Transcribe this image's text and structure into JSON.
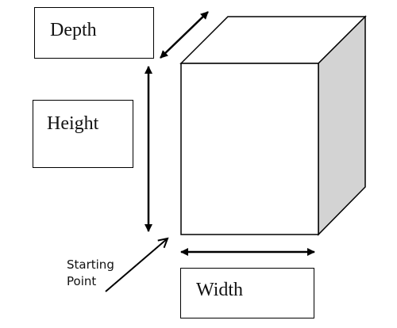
{
  "labels": {
    "depth": "Depth",
    "height": "Height",
    "width": "Width",
    "starting_point_line1": "Starting",
    "starting_point_line2": "Point"
  },
  "colors": {
    "outline": "#000000",
    "front_face": "#ffffff",
    "top_face": "#ffffff",
    "side_face": "#d3d3d3"
  }
}
